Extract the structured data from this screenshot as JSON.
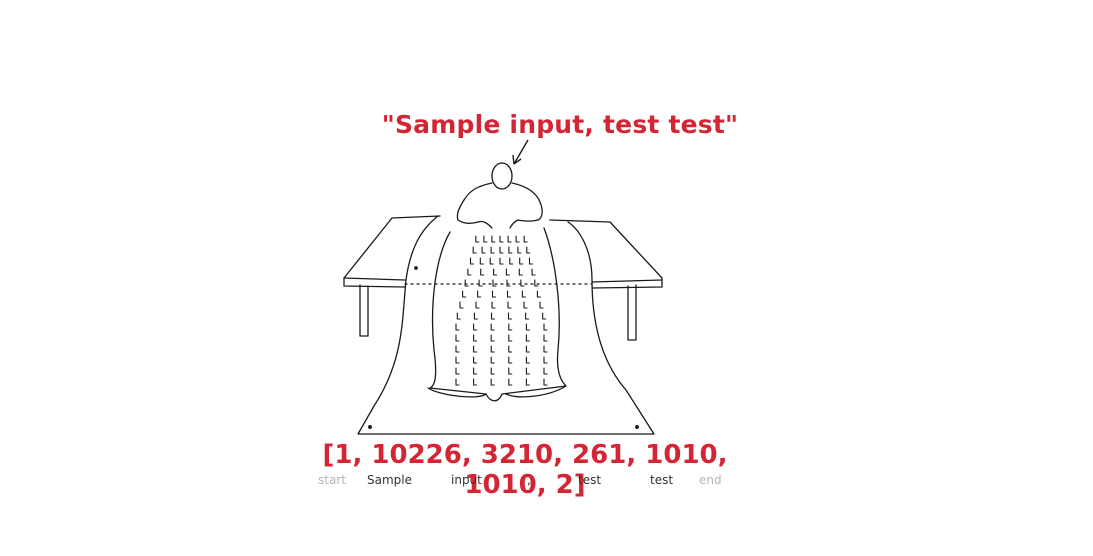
{
  "diagram": {
    "input_text": "\"Sample input, test test\"",
    "token_ids": "[1, 10226, 3210, 261, 1010, 1010, 2]",
    "tokens": [
      "start",
      "Sample",
      "input",
      ",",
      "test",
      "test",
      "end"
    ],
    "colors": {
      "accent": "#d42535",
      "token_text": "#333333",
      "special_token_text": "#b5b5b5",
      "line": "#1a1a1a"
    }
  }
}
